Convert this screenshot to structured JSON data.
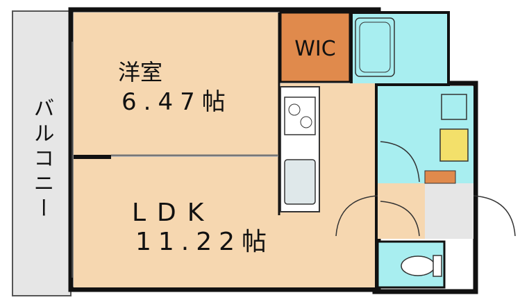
{
  "floorplan": {
    "balcony": {
      "label": "バルコニー"
    },
    "western_room": {
      "name": "洋室",
      "size": "6.47帖"
    },
    "wic": {
      "label": "WIC"
    },
    "ldk": {
      "name": "LDK",
      "size": "11.22帖"
    },
    "colors": {
      "living": "#f6d7b0",
      "wic": "#e08a4c",
      "wet_area": "#a8eef0",
      "hall": "#ffffff",
      "balcony": "#e6e6e6",
      "wall": "#111111"
    }
  }
}
